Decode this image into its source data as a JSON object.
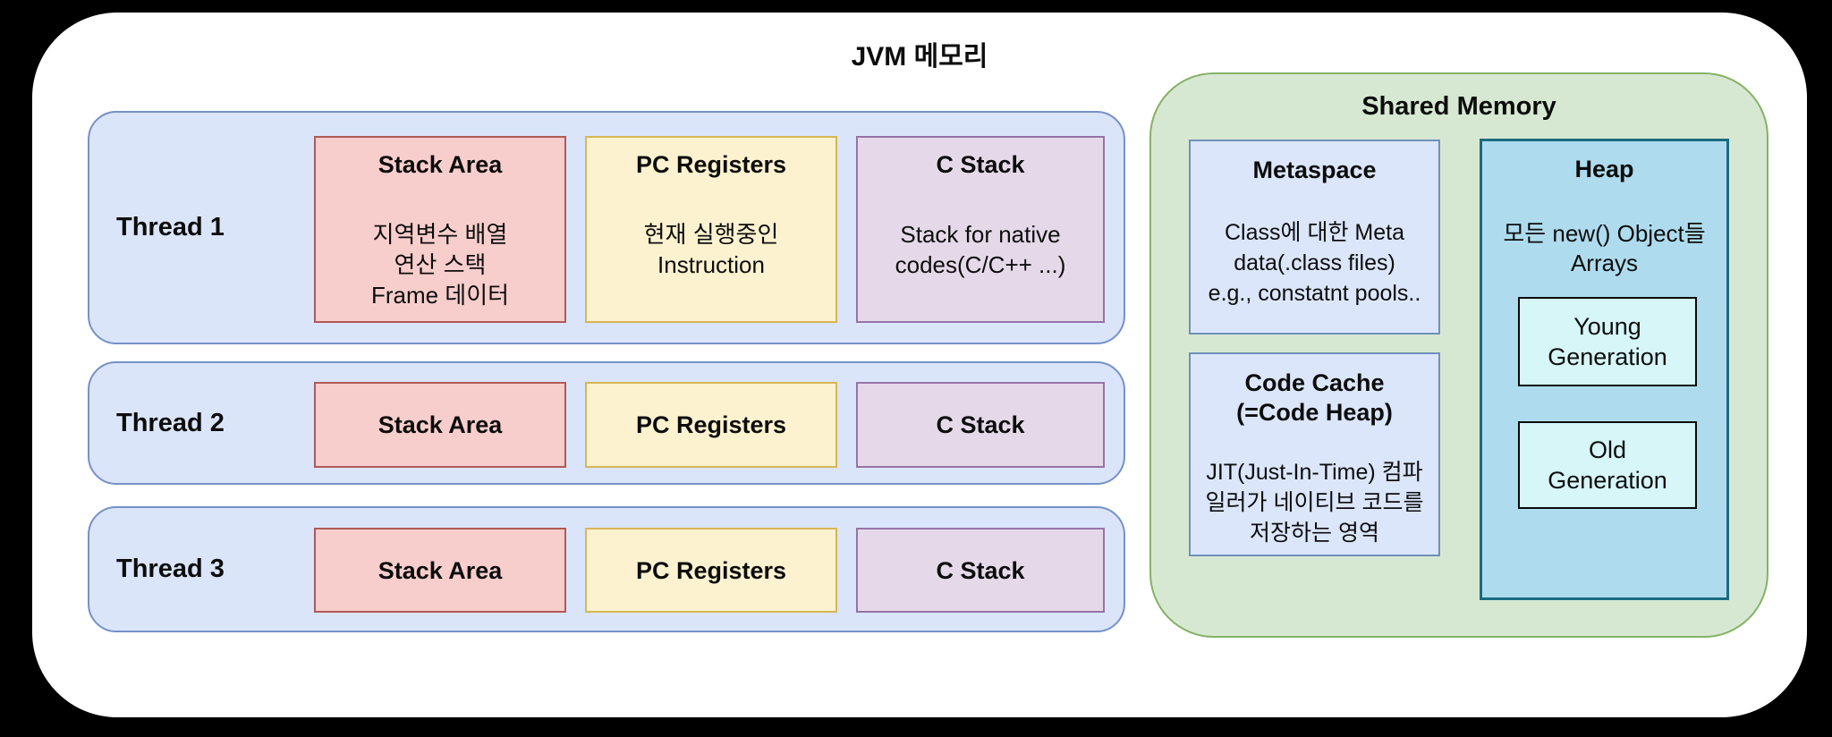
{
  "title": "JVM 메모리",
  "colors": {
    "background": "#000000",
    "canvas": "#ffffff",
    "thread_row_fill": "#dbe5fa",
    "thread_row_border": "#7591c7",
    "stack_area_fill": "#f8cecc",
    "stack_area_border": "#b05a56",
    "pc_registers_fill": "#fdf2d0",
    "pc_registers_border": "#d6b656",
    "c_stack_fill": "#e5d9e9",
    "c_stack_border": "#9673a6",
    "shared_memory_fill": "#d7e8d2",
    "shared_memory_border": "#84b266",
    "metaspace_fill": "#dbe6fb",
    "metaspace_border": "#7090ba",
    "heap_fill": "#aedcee",
    "heap_border": "#1b6b80",
    "generation_fill": "#d6f6f8",
    "generation_border": "#0a0a0a"
  },
  "threads": [
    {
      "label": "Thread 1",
      "boxes": [
        {
          "title": "Stack Area",
          "lines": [
            "지역변수 배열",
            "연산 스택",
            "Frame 데이터"
          ]
        },
        {
          "title": "PC Registers",
          "lines": [
            "현재 실행중인",
            "Instruction"
          ]
        },
        {
          "title": "C Stack",
          "lines": [
            "Stack for native",
            "codes(C/C++ ...)"
          ]
        }
      ]
    },
    {
      "label": "Thread 2",
      "boxes": [
        {
          "title": "Stack Area"
        },
        {
          "title": "PC Registers"
        },
        {
          "title": "C Stack"
        }
      ]
    },
    {
      "label": "Thread 3",
      "boxes": [
        {
          "title": "Stack Area"
        },
        {
          "title": "PC Registers"
        },
        {
          "title": "C Stack"
        }
      ]
    }
  ],
  "shared_memory": {
    "title": "Shared Memory",
    "metaspace": {
      "title": "Metaspace",
      "lines": [
        "Class에 대한 Meta",
        "data(.class files)",
        "e.g., constatnt pools.."
      ]
    },
    "code_cache": {
      "title_line1": "Code Cache",
      "title_line2": "(=Code Heap)",
      "lines": [
        "JIT(Just-In-Time) 컴파",
        "일러가 네이티브 코드를",
        "저장하는 영역"
      ]
    },
    "heap": {
      "title": "Heap",
      "lines": [
        "모든 new() Object들",
        "Arrays"
      ],
      "young": {
        "line1": "Young",
        "line2": "Generation"
      },
      "old": {
        "line1": "Old",
        "line2": "Generation"
      }
    }
  }
}
